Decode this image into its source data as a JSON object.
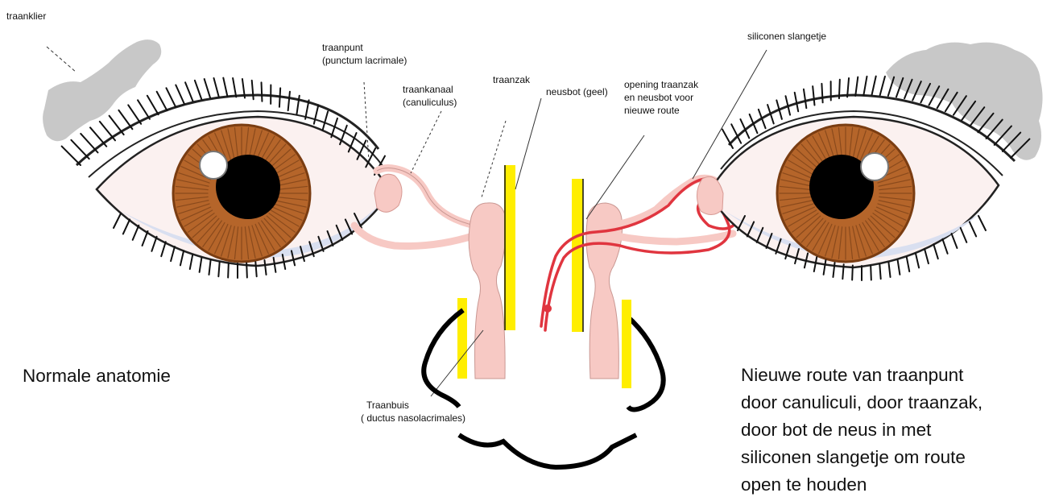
{
  "labels": {
    "traanklier": "traanklier",
    "traanpunt": "traanpunt",
    "traanpunt_sub": "(punctum lacrimale)",
    "traankanaal": "traankanaal",
    "traankanaal_sub": "(canuliculus)",
    "traanzak": "traanzak",
    "neusbot": "neusbot (geel)",
    "opening_1": "opening traanzak",
    "opening_2": "en neusbot voor",
    "opening_3": "nieuwe route",
    "siliconen": "siliconen slangetje",
    "traanbuis": "Traanbuis",
    "traanbuis_sub": "( ductus nasolacrimales)"
  },
  "captions": {
    "left": "Normale anatomie",
    "right_1": "Nieuwe route van traanpunt",
    "right_2": "door canuliculi, door traanzak,",
    "right_3": "door bot de neus in met",
    "right_4": "siliconen slangetje om route",
    "right_5": "open te houden"
  },
  "colors": {
    "iris": "#b5652a",
    "pupil": "#000000",
    "tear_system": "#f7c9c4",
    "bone": "#ffee00",
    "gland": "#c8c8c8",
    "silicone_tube": "#e0353f",
    "skin_shadow": "#d9dff0"
  }
}
